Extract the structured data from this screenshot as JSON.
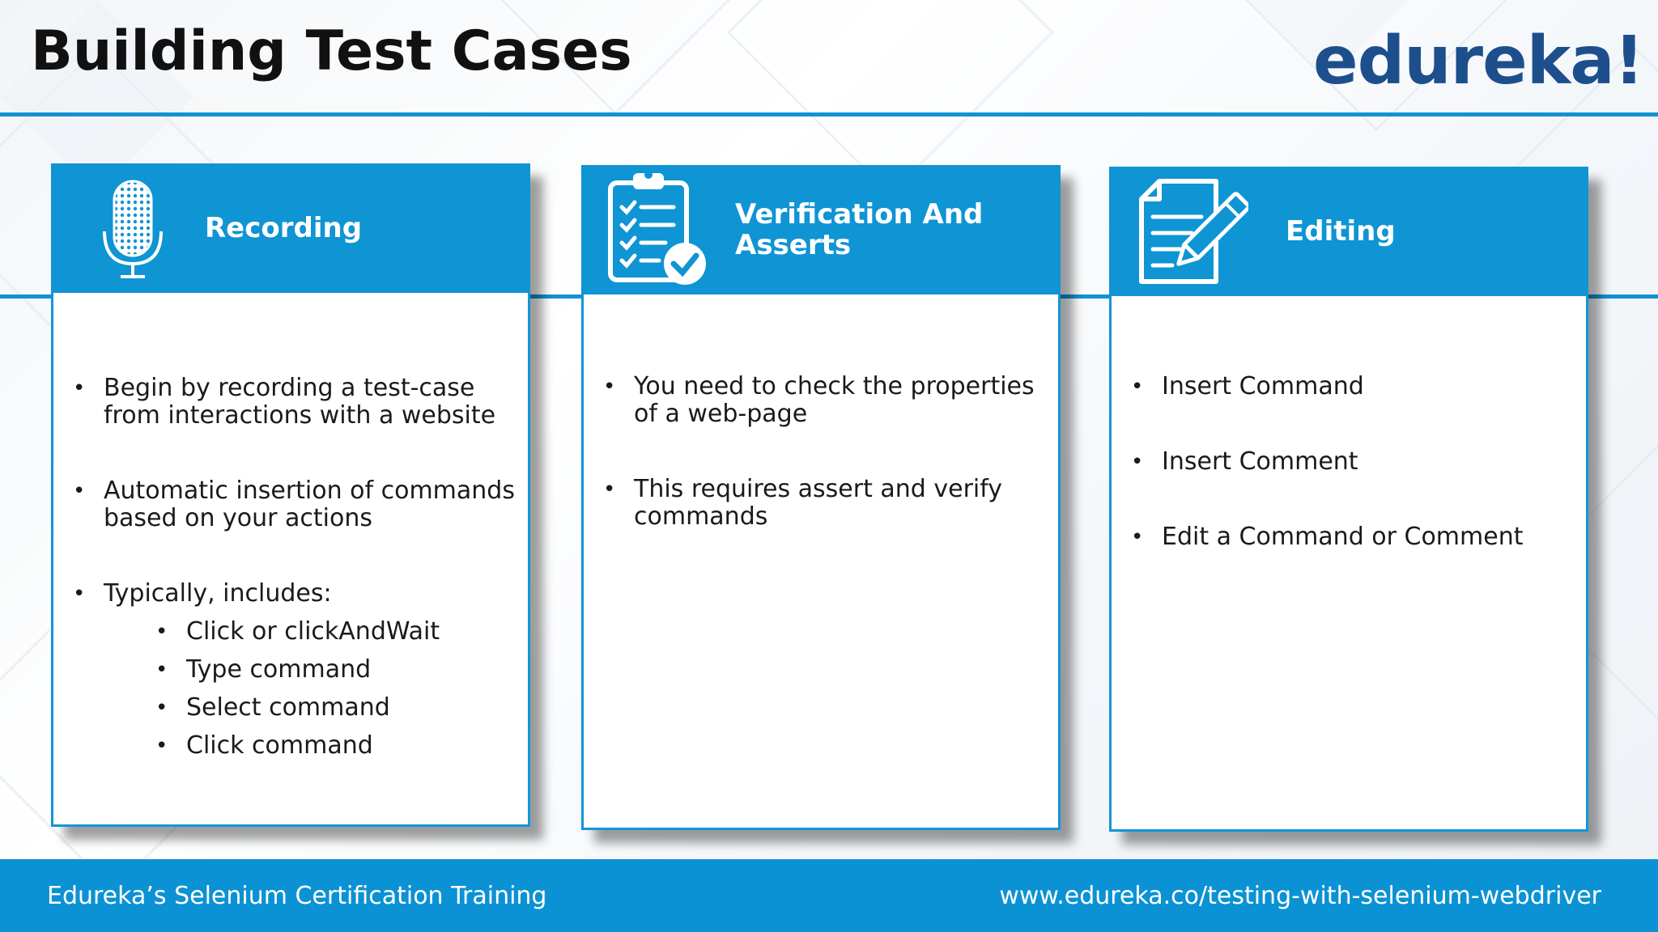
{
  "slide": {
    "title": "Building Test Cases",
    "logo_text": "edureka!"
  },
  "colors": {
    "accent": "#0f94d4",
    "logo": "#1e4f8d",
    "text": "#1a1a1a"
  },
  "cards": [
    {
      "title": "Recording",
      "icon": "microphone-icon",
      "bullets": [
        "Begin by recording a test-case from interactions with a website",
        "Automatic insertion of commands based on your actions",
        "Typically, includes:"
      ],
      "sub_bullets": [
        "Click or clickAndWait",
        "Type command",
        "Select command",
        "Click command"
      ]
    },
    {
      "title": "Verification And Asserts",
      "icon": "clipboard-checklist-icon",
      "bullets": [
        "You need to check the properties of a web-page",
        "This requires assert and verify commands"
      ]
    },
    {
      "title": "Editing",
      "icon": "document-pencil-icon",
      "bullets": [
        "Insert Command",
        "Insert Comment",
        "Edit a Command or Comment"
      ]
    }
  ],
  "footer": {
    "left": "Edureka’s Selenium Certification Training",
    "right": "www.edureka.co/testing-with-selenium-webdriver"
  }
}
